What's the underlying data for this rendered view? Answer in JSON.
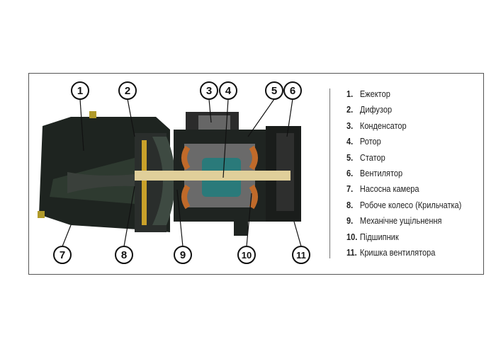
{
  "callouts": {
    "top": [
      "1",
      "2",
      "3",
      "4",
      "5",
      "6"
    ],
    "bottom": [
      "7",
      "8",
      "9",
      "10",
      "11"
    ]
  },
  "legend": [
    {
      "num": "1.",
      "label": "Ежектор"
    },
    {
      "num": "2.",
      "label": "Дифузор"
    },
    {
      "num": "3.",
      "label": "Конденсатор"
    },
    {
      "num": "4.",
      "label": "Ротор"
    },
    {
      "num": "5.",
      "label": "Статор"
    },
    {
      "num": "6.",
      "label": "Вентилятор"
    },
    {
      "num": "7.",
      "label": "Насосна камера"
    },
    {
      "num": "8.",
      "label": "Робоче колесо (Крильчатка)"
    },
    {
      "num": "9.",
      "label": "Механічне ущільнення"
    },
    {
      "num": "10.",
      "label": "Підшипник"
    },
    {
      "num": "11.",
      "label": "Кришка вентилятора"
    }
  ]
}
